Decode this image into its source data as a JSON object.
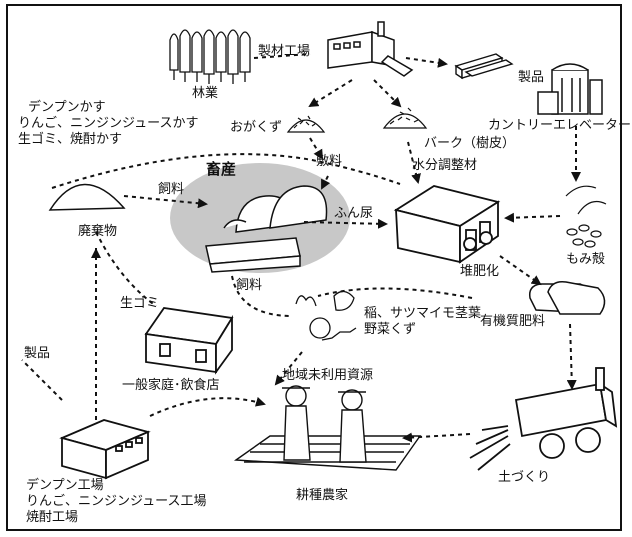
{
  "diagram": {
    "nodes": {
      "forestry": "林業",
      "sawmill": "製材工場",
      "products_top": "製品",
      "sawdust": "おがくず",
      "bark": "バーク（樹皮）",
      "moisture_adjuster": "水分調整材",
      "country_elevator": "カントリーエレベーター",
      "rice_husk": "もみ殻",
      "livestock": "畜産",
      "starch_lees": [
        "デンプンかす",
        "りんご、ニンジンジュースかす",
        "生ゴミ、焼酎かす"
      ],
      "waste": "廃棄物",
      "composting_facility_label": "堆肥化",
      "organic_fertilizer": "有機質肥料",
      "food_waste": "生ゴミ",
      "households": "一般家庭･飲食店",
      "unused_resources": "地域未利用資源",
      "crop_residue": [
        "稲、サツマイモ茎葉",
        "野菜くず"
      ],
      "soil_building": "土づくり",
      "farmers": "耕種農家",
      "factories": [
        "デンプン工場",
        "りんご、ニンジンジュース工場",
        "焼酎工場"
      ],
      "products_left": "製品"
    },
    "flow_labels": {
      "bedding": "敷料",
      "feed_top": "飼料",
      "feed_bottom": "飼料",
      "manure": "ふん尿"
    }
  }
}
